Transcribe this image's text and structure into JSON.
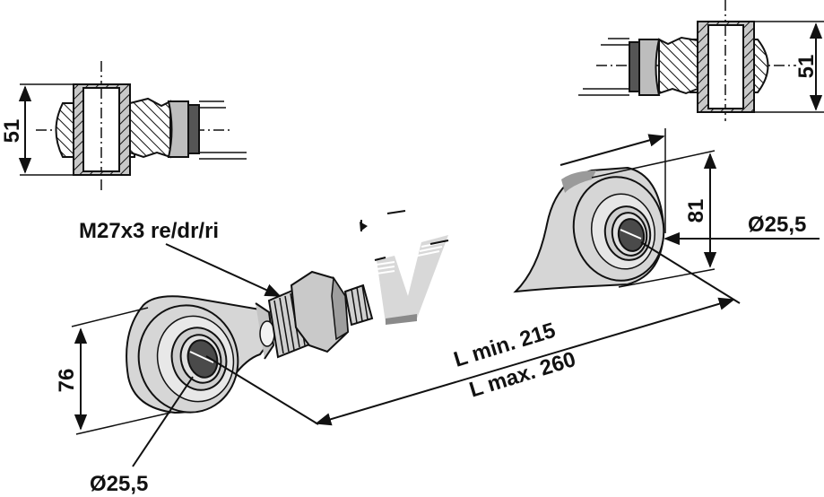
{
  "title": "Rod end ball joint with thread — technical dimension drawing",
  "labels": {
    "thread": "M27x3 re/dr/ri",
    "dim_left_section_height": "51",
    "dim_right_section_height": "51",
    "dim_left_eye_height": "76",
    "dim_right_eye_height": "81",
    "dim_left_bore": "Ø25,5",
    "dim_right_bore": "Ø25,5",
    "length_min": "L min. 215",
    "length_max": "L max. 260"
  },
  "colors": {
    "line": "#111111",
    "metal_light": "#d6d6d6",
    "metal_mid": "#bdbdbd",
    "metal_dark": "#555555",
    "background": "#ffffff"
  }
}
